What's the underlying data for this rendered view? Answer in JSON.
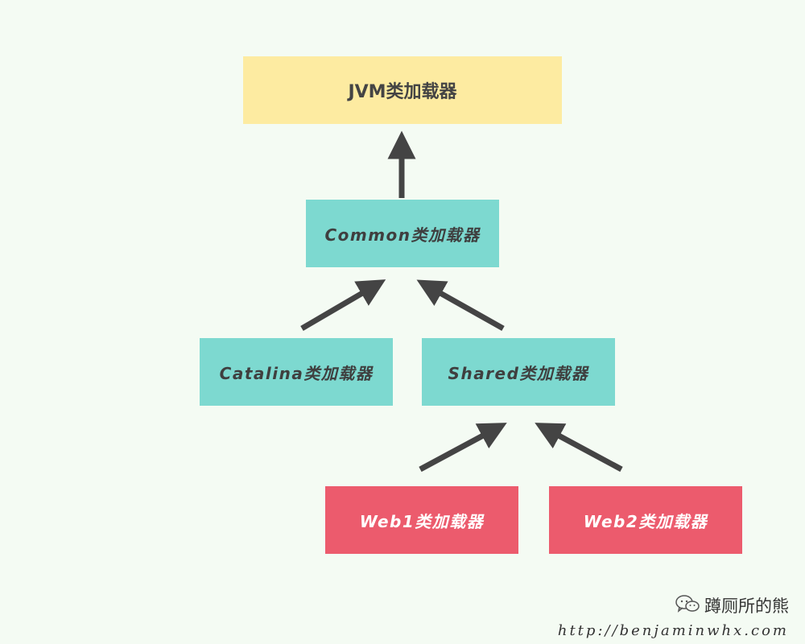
{
  "nodes": {
    "jvm": "JVM类加载器",
    "common": "Common类加载器",
    "catalina": "Catalina类加载器",
    "shared": "Shared类加载器",
    "web1": "Web1类加载器",
    "web2": "Web2类加载器"
  },
  "edges": [
    {
      "from": "common",
      "to": "jvm"
    },
    {
      "from": "catalina",
      "to": "common"
    },
    {
      "from": "shared",
      "to": "common"
    },
    {
      "from": "web1",
      "to": "shared"
    },
    {
      "from": "web2",
      "to": "shared"
    }
  ],
  "colors": {
    "background": "#f4fbf3",
    "jvm_fill": "#fdeba1",
    "common_fill": "#7dd9d0",
    "web_fill": "#ec5b6d",
    "arrow": "#444444"
  },
  "watermark": {
    "icon": "wechat-icon",
    "account": "蹲厕所的熊",
    "url": "http://benjaminwhx.com"
  }
}
